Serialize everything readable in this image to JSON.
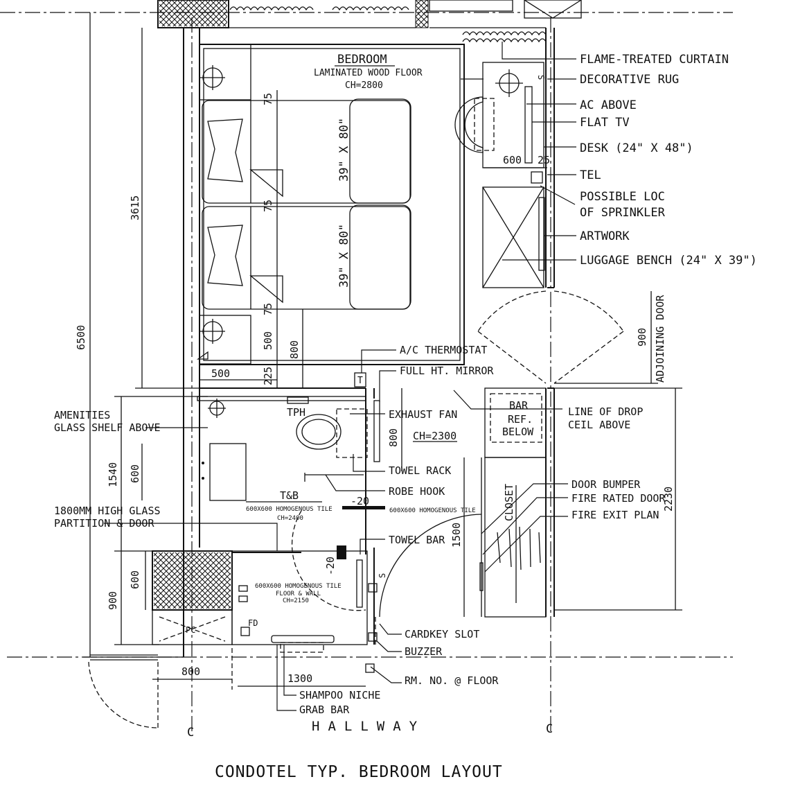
{
  "title": "CONDOTEL TYP. BEDROOM LAYOUT",
  "rooms": {
    "bedroom": "BEDROOM",
    "bedroom_floor": "LAMINATED WOOD FLOOR",
    "bedroom_ch": "CH=2800",
    "bath": "T&B",
    "bath_tile": "600X600 HOMOGENOUS TILE",
    "bath_ch": "CH=2400",
    "shower_tile": "600X600 HOMOGENOUS TILE",
    "shower_tile_2": "FLOOR & WALL",
    "shower_ch": "CH=2150",
    "ch_2300": "CH=2300",
    "tile_right": "600X600 HOMOGENOUS TILE",
    "hallway": "HALLWAY",
    "closet": "CLOSET",
    "bar": "BAR",
    "ref": "REF.",
    "below": "BELOW",
    "bed_1": "39\" X 80\"",
    "bed_2": "39\" X 80\""
  },
  "labels_right": [
    "FLAME-TREATED CURTAIN",
    "DECORATIVE RUG",
    "AC ABOVE",
    "FLAT TV",
    "DESK (24\" X 48\")",
    "TEL",
    "POSSIBLE LOC",
    "OF SPRINKLER",
    "ARTWORK",
    "LUGGAGE BENCH (24\" X 39\")",
    "ADJOINING DOOR",
    "LINE OF DROP",
    "CEIL ABOVE",
    "DOOR BUMPER",
    "FIRE RATED DOOR",
    "FIRE EXIT PLAN"
  ],
  "labels_left": [
    "AMENITIES",
    "GLASS SHELF ABOVE",
    "1800MM HIGH GLASS",
    "PARTITION & DOOR"
  ],
  "labels_center": [
    "A/C THERMOSTAT",
    "FULL HT. MIRROR",
    "EXHAUST FAN",
    "TOWEL RACK",
    "ROBE HOOK",
    "TOWEL BAR",
    "CARDKEY SLOT",
    "BUZZER",
    "RM. NO. @ FLOOR",
    "SHAMPOO NICHE",
    "GRAB BAR",
    "TPH",
    "FD",
    "S",
    "T",
    "PC"
  ],
  "dimensions": {
    "d6500": "6500",
    "d3615": "3615",
    "d75a": "75",
    "d75b": "75",
    "d75c": "75",
    "d500v": "500",
    "d800v": "800",
    "d500h": "500",
    "d225": "225",
    "d600desk": "600",
    "d25": "25",
    "d900door": "900",
    "d1540": "1540",
    "d600sink": "600",
    "d800mirror": "800",
    "dm20a": "-20",
    "dm20b": "-20",
    "d600show": "600",
    "d900show": "900",
    "d800show": "800",
    "d1300": "1300",
    "d1500": "1500",
    "d2230": "2230"
  }
}
